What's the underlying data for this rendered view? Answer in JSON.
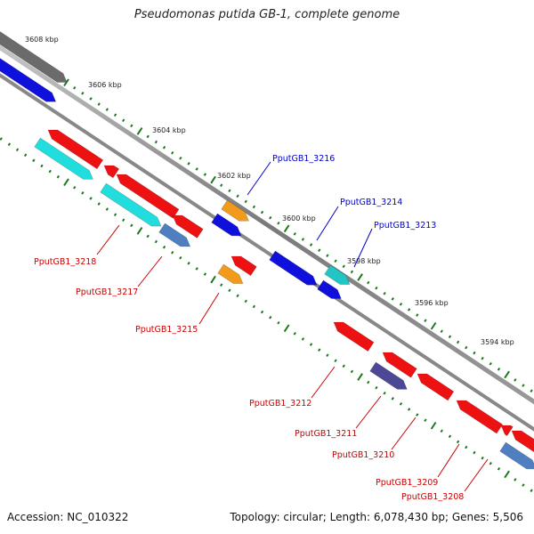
{
  "title": "Pseudomonas putida GB-1, complete genome",
  "footer": {
    "accession": "Accession: NC_010322",
    "summary": "Topology: circular; Length: 6,078,430 bp; Genes: 5,506"
  },
  "colors": {
    "forward_label": "#0000cc",
    "reverse_label": "#cc0000",
    "backbone": "#8a8a8a",
    "tick": "#1a7a1a"
  },
  "scale": {
    "unit": "kbp",
    "labels": [
      "3608 kbp",
      "3606 kbp",
      "3604 kbp",
      "3602 kbp",
      "3600 kbp",
      "3598 kbp",
      "3596 kbp",
      "3594 kbp"
    ]
  },
  "genes": {
    "forward": [
      "PputGB1_3216",
      "PputGB1_3214",
      "PputGB1_3213"
    ],
    "reverse": [
      "PputGB1_3218",
      "PputGB1_3217",
      "PputGB1_3215",
      "PputGB1_3212",
      "PputGB1_3211",
      "PputGB1_3210",
      "PputGB1_3209",
      "PputGB1_3208"
    ]
  }
}
